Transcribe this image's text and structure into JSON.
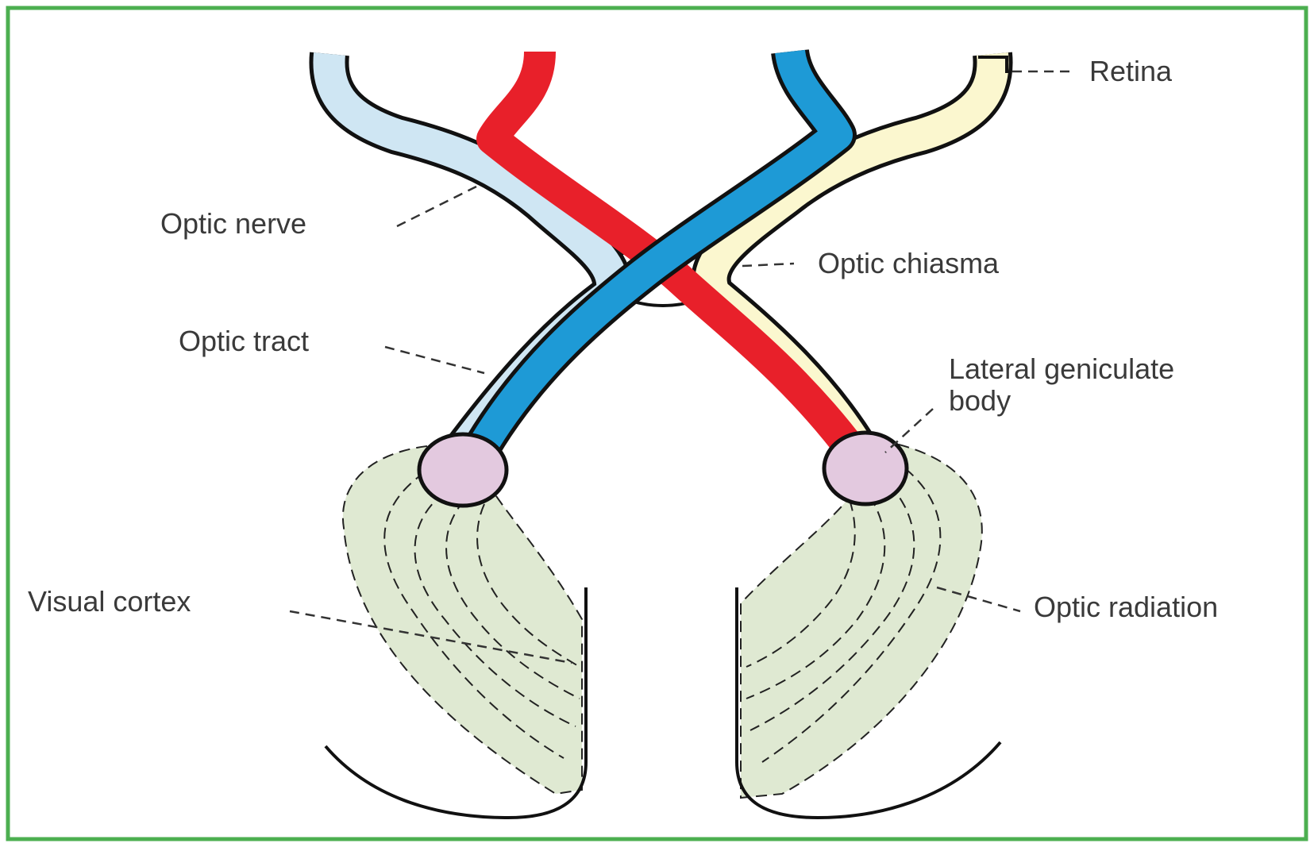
{
  "labels": {
    "retina": "Retina",
    "optic_nerve": "Optic nerve",
    "optic_chiasma": "Optic chiasma",
    "optic_tract": "Optic tract",
    "lateral_geniculate_body": [
      "Lateral geniculate",
      "body"
    ],
    "visual_cortex": "Visual cortex",
    "optic_radiation": "Optic radiation"
  },
  "colors": {
    "frame_border": "#4caf50",
    "nasal_red": "#e8202a",
    "temporal_blue": "#1e9ad6",
    "left_temporal_light_blue": "#cfe6f3",
    "right_temporal_cream": "#fbf7cf",
    "geniculate_body": "#e3c9df",
    "radiation_green": "#dfe9d2",
    "outline": "#111111"
  }
}
